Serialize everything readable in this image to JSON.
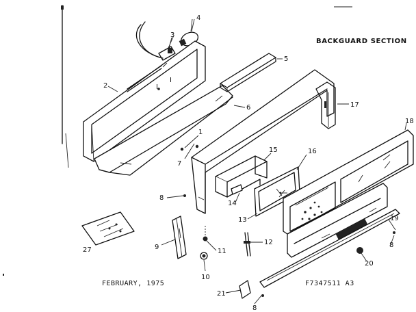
{
  "title": "BACKGUARD SECTION",
  "footer": {
    "date": "FEBRUARY, 1975",
    "code": "F7347511 A3"
  },
  "callouts": [
    "1",
    "2",
    "3",
    "4",
    "5",
    "6",
    "7",
    "8",
    "8",
    "8",
    "9",
    "10",
    "11",
    "12",
    "13",
    "14",
    "15",
    "16",
    "17",
    "18",
    "19",
    "20",
    "21",
    "27"
  ]
}
